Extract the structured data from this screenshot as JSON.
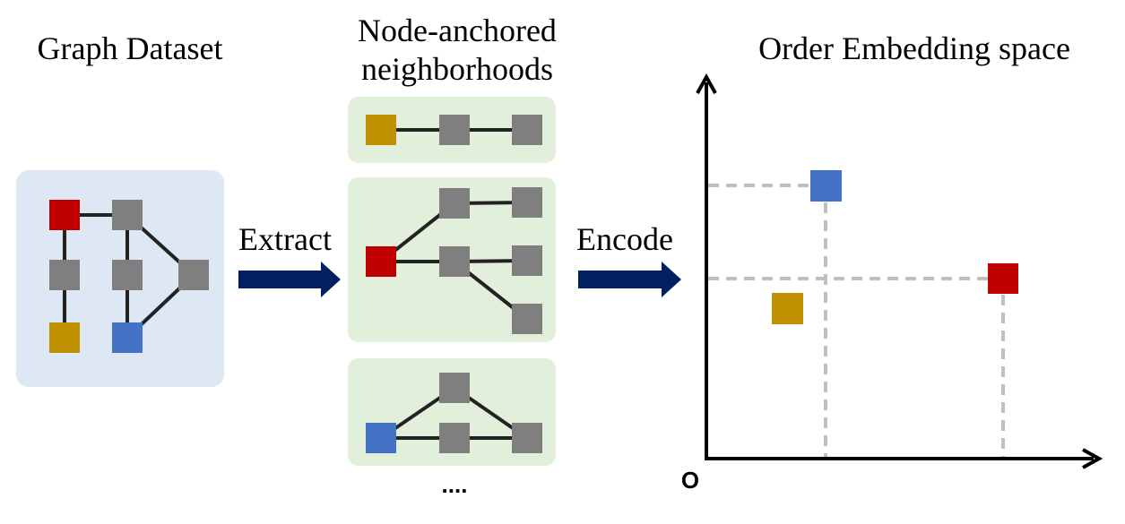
{
  "titles": {
    "graph_dataset": "Graph Dataset",
    "neighborhoods_line1": "Node-anchored",
    "neighborhoods_line2": "neighborhoods",
    "embedding_space": "Order Embedding space"
  },
  "arrows": {
    "extract": "Extract",
    "encode": "Encode"
  },
  "ellipsis": "....",
  "origin_label": "O",
  "colors": {
    "red": "#c00000",
    "gold": "#bf9000",
    "blue": "#4472c4",
    "gray": "#7f7f7f",
    "dataset_panel": "#dde8f4",
    "neighborhood_panel": "#e2efda",
    "arrow": "#002060",
    "dashed": "#bfbfbf"
  }
}
